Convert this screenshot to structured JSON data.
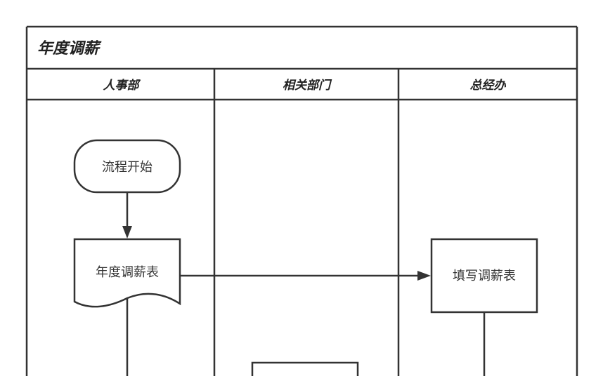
{
  "diagram": {
    "title": "年度调薪",
    "lanes": [
      {
        "label": "人事部"
      },
      {
        "label": "相关部门"
      },
      {
        "label": "总经办"
      }
    ],
    "nodes": {
      "start": {
        "label": "流程开始",
        "shape": "terminator"
      },
      "doc": {
        "label": "年度调薪表",
        "shape": "document"
      },
      "fill": {
        "label": "填写调薪表",
        "shape": "process"
      },
      "partial": {
        "label": "",
        "shape": "process"
      }
    },
    "edges": [
      {
        "from": "start",
        "to": "doc"
      },
      {
        "from": "doc",
        "to": "fill"
      }
    ],
    "colors": {
      "stroke": "#333333",
      "background": "#ffffff"
    }
  }
}
